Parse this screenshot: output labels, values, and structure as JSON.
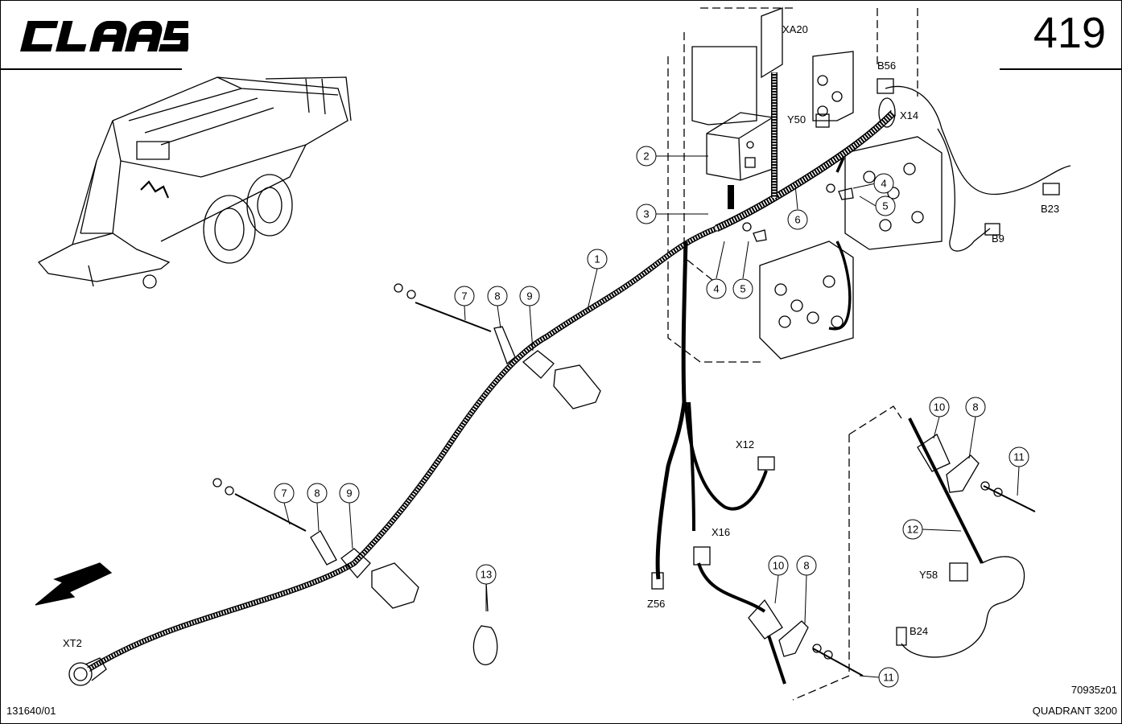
{
  "header": {
    "logo_text": "CLAAS",
    "page_number": "419"
  },
  "footer": {
    "doc_ref": "131640/01",
    "drawing_code": "70935z01",
    "model": "QUADRANT 3200"
  },
  "callouts": {
    "c1": "1",
    "c2": "2",
    "c3": "3",
    "c4a": "4",
    "c5a": "5",
    "c4b": "4",
    "c5b": "5",
    "c6": "6",
    "c7a": "7",
    "c8a": "8",
    "c9a": "9",
    "c7b": "7",
    "c8b": "8",
    "c9b": "9",
    "c10a": "10",
    "c8c": "8",
    "c11a": "11",
    "c12": "12",
    "c10b": "10",
    "c8d": "8",
    "c11b": "11",
    "c13": "13"
  },
  "connector_labels": {
    "xa20": "XA20",
    "b56": "B56",
    "y50": "Y50",
    "x14": "X14",
    "b23": "B23",
    "b9": "B9",
    "x12": "X12",
    "x16": "X16",
    "z56": "Z56",
    "y58": "Y58",
    "b24": "B24",
    "xt2": "XT2"
  },
  "colors": {
    "line": "#000000",
    "background": "#ffffff"
  }
}
